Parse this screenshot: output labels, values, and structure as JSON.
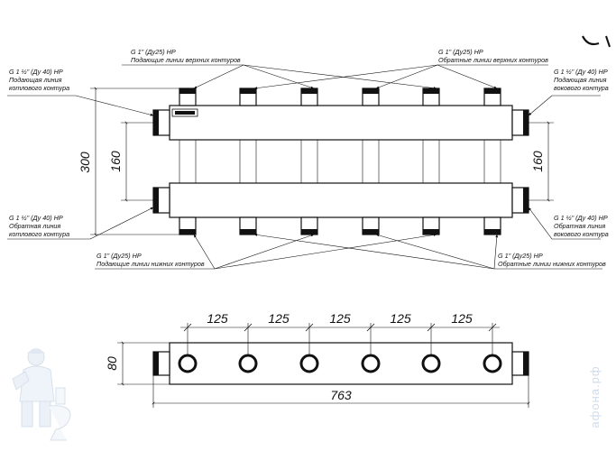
{
  "labels": {
    "top_left_thread": "G 1 ½\" (Ду 40) НР",
    "top_left_l1": "Подающая линия",
    "top_left_l2": "котлового контура",
    "top_right_thread": "G 1 ½\" (Ду 40) НР",
    "top_right_l1": "Подающая линия",
    "top_right_l2": "вокового контура",
    "bottom_left_thread": "G 1 ½\" (Ду 40) НР",
    "bottom_left_l1": "Обратная линия",
    "bottom_left_l2": "котлового контура",
    "bottom_right_thread": "G 1 ½\" (Ду 40) НР",
    "bottom_right_l1": "Обратная линия",
    "bottom_right_l2": "вокового контура",
    "upper_supply_thread": "G 1\" (Ду25) НР",
    "upper_supply_text": "Подающие линии верхних контуров",
    "upper_return_thread": "G 1\" (Ду25) НР",
    "upper_return_text": "Обратные линии верхних контуров",
    "lower_supply_thread": "G 1\" (Ду25) НР",
    "lower_supply_text": "Подающие линии нижних контуров",
    "lower_return_thread": "G 1\" (Ду25) НР",
    "lower_return_text": "Обратные линии нижних контуров"
  },
  "dimensions": {
    "height_total": "300",
    "axis_left": "160",
    "axis_right": "160",
    "pitch": [
      "125",
      "125",
      "125",
      "125",
      "125"
    ],
    "height_body": "80",
    "length_total": "763"
  },
  "watermark": "афона.рф"
}
